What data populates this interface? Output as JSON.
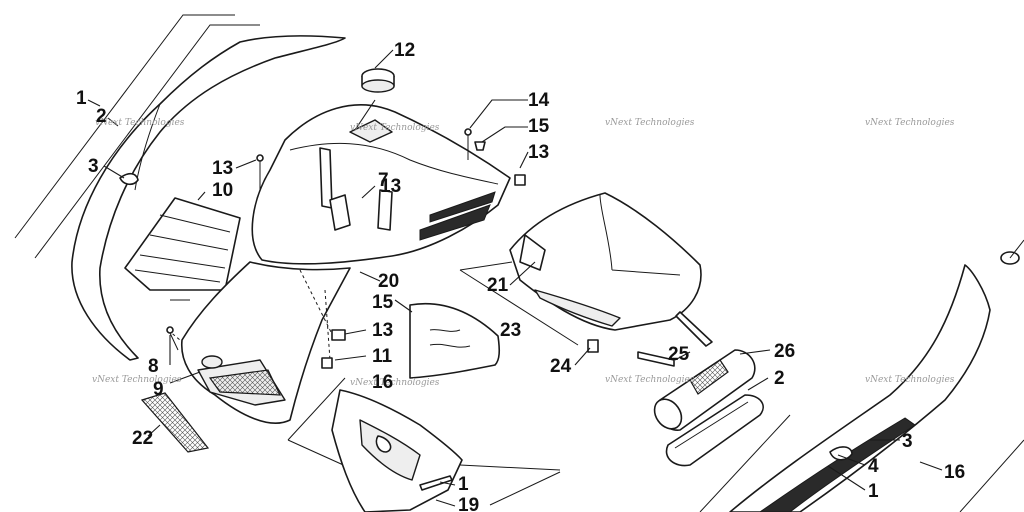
{
  "watermark": "vNext Technologies",
  "callouts": [
    {
      "id": "c1a",
      "text": "1"
    },
    {
      "id": "c2a",
      "text": "2"
    },
    {
      "id": "c3a",
      "text": "3"
    },
    {
      "id": "c10",
      "text": "10"
    },
    {
      "id": "c12",
      "text": "12"
    },
    {
      "id": "c13a",
      "text": "13"
    },
    {
      "id": "c13b",
      "text": "13"
    },
    {
      "id": "c14",
      "text": "14"
    },
    {
      "id": "c15a",
      "text": "15"
    },
    {
      "id": "c13c",
      "text": "13"
    },
    {
      "id": "c7",
      "text": "7"
    },
    {
      "id": "c20",
      "text": "20"
    },
    {
      "id": "c15b",
      "text": "15"
    },
    {
      "id": "c13d",
      "text": "13"
    },
    {
      "id": "c11",
      "text": "11"
    },
    {
      "id": "c16a",
      "text": "16"
    },
    {
      "id": "c8",
      "text": "8"
    },
    {
      "id": "c9",
      "text": "9"
    },
    {
      "id": "c22",
      "text": "22"
    },
    {
      "id": "c21",
      "text": "21"
    },
    {
      "id": "c23",
      "text": "23"
    },
    {
      "id": "c24",
      "text": "24"
    },
    {
      "id": "c25",
      "text": "25"
    },
    {
      "id": "c26",
      "text": "26"
    },
    {
      "id": "c2b",
      "text": "2"
    },
    {
      "id": "c3b",
      "text": "3"
    },
    {
      "id": "c4",
      "text": "4"
    },
    {
      "id": "c1b",
      "text": "1"
    },
    {
      "id": "c16b",
      "text": "16"
    },
    {
      "id": "c19",
      "text": "19"
    }
  ]
}
